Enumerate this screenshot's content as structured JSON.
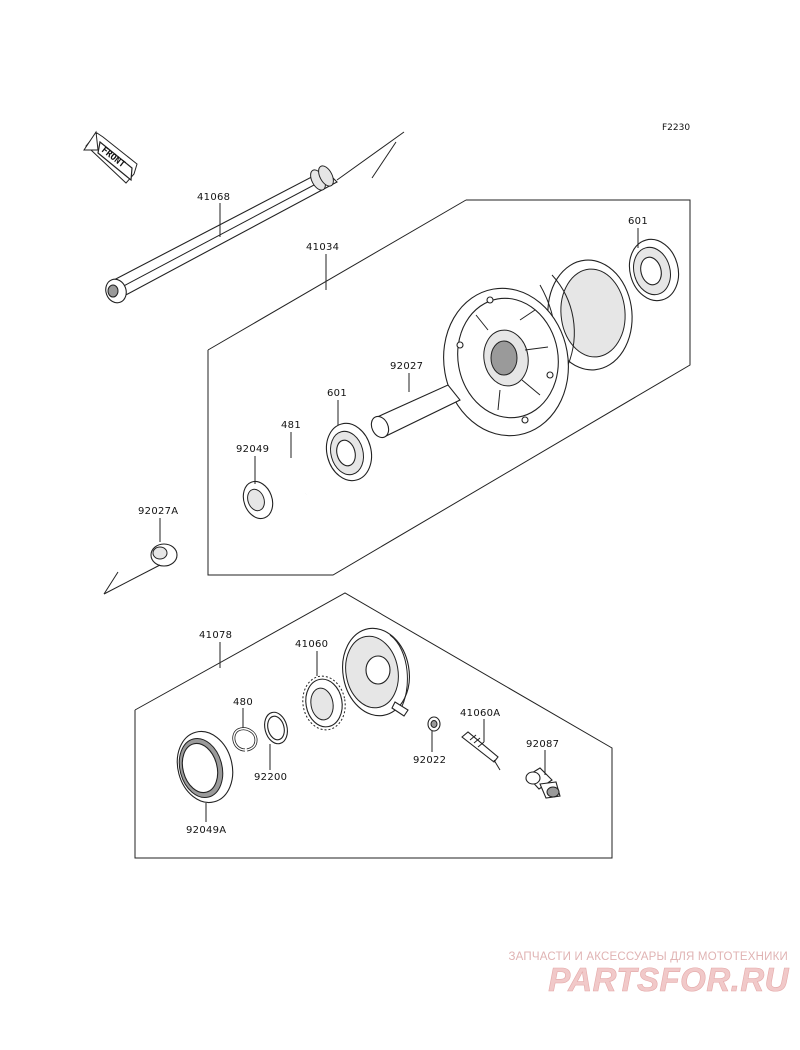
{
  "diagram_code": "F2230",
  "front_label": "FRONT",
  "parts": {
    "axle": "41068",
    "hub_assembly": "41034",
    "bearing_right": "601",
    "spacer_tube": "92027",
    "bearing_left": "601",
    "circlip_481": "481",
    "collar_92049": "92049",
    "collar_92027a": "92027A",
    "meter_gear_assembly": "41078",
    "meter_gear": "41060",
    "circlip_480": "480",
    "washer_92200": "92200",
    "seal_92049a": "92049A",
    "washer_92022": "92022",
    "pinion_41060a": "41060A",
    "bushing_92087": "92087"
  },
  "watermark": {
    "tagline": "ЗАПЧАСТИ И АКСЕССУАРЫ ДЛЯ МОТОТЕХНИКИ",
    "logo": "PARTSFOR.RU"
  }
}
